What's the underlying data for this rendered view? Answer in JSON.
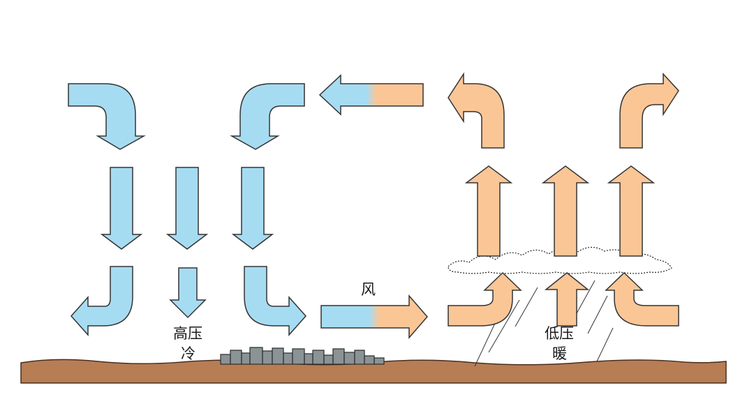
{
  "labels": {
    "wind": "风",
    "high_pressure": "高压",
    "cold": "冷",
    "low_pressure": "低压",
    "warm": "暖"
  },
  "colors": {
    "cold_air": "#a6dcf2",
    "warm_air": "#fbc696",
    "ground": "#b77d55",
    "arrow_outline": "#333333",
    "buildings": "#8a9395"
  }
}
